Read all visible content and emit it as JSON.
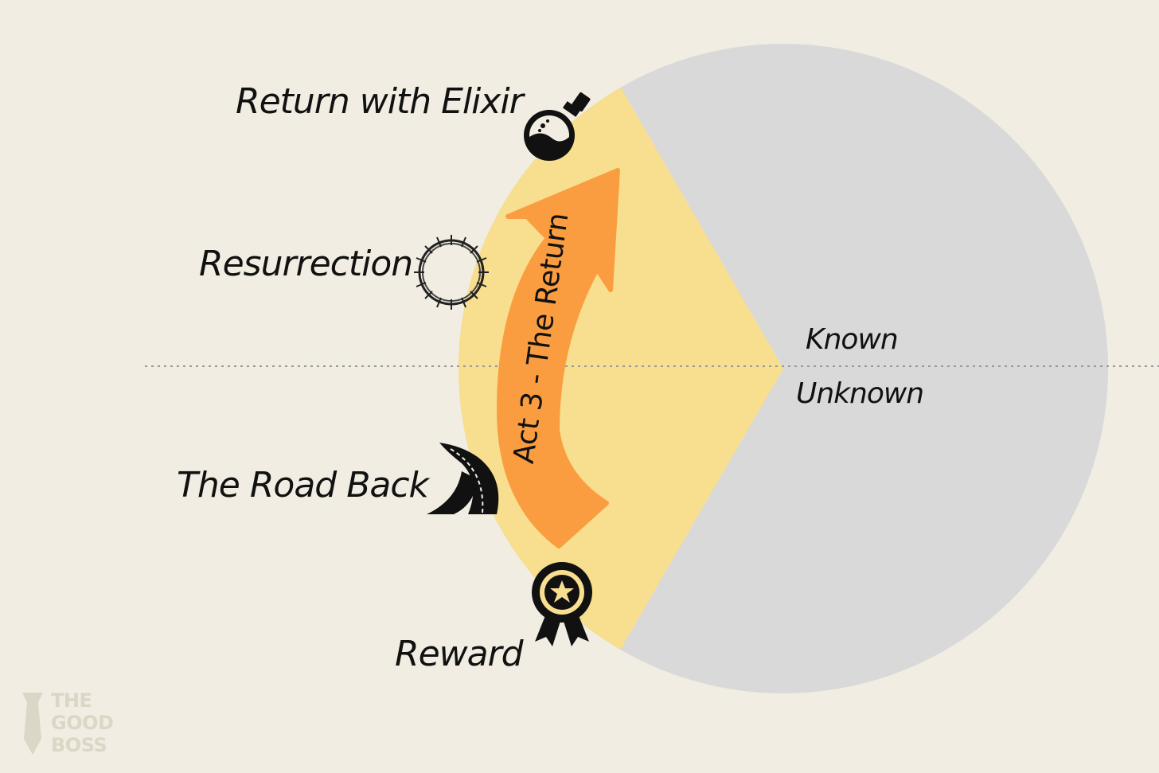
{
  "stages": {
    "return_with_elixir": "Return with Elixir",
    "resurrection": "Resurrection",
    "road_back": "The Road Back",
    "reward": "Reward"
  },
  "act_label": "Act 3 - The Return",
  "regions": {
    "known": "Known",
    "unknown": "Unknown"
  },
  "logo": {
    "line1": "THE",
    "line2": "GOOD",
    "line3": "BOSS"
  },
  "icons": [
    "potion-flask-icon",
    "crown-of-thorns-icon",
    "winding-road-icon",
    "award-medal-icon"
  ],
  "colors": {
    "background": "#f1ede2",
    "unknown_circle": "#d9d9d9",
    "known_wedge": "#f7df8f",
    "arrow": "#fa9d40",
    "divider": "#999999",
    "logo": "#dcd6c6"
  }
}
